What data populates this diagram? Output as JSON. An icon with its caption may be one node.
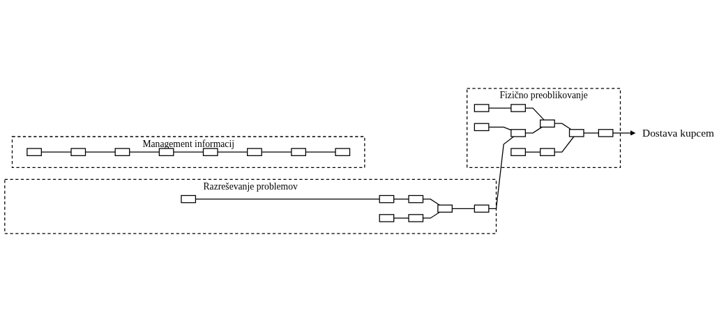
{
  "diagram": {
    "nodes": [
      {
        "text": [
          "Razreševanje problemov"
        ]
      },
      {
        "text": [],
        "shape": "box",
        "in": 0
      },
      {
        "text": [],
        "shape": "box",
        "in": 0
      },
      {
        "text": [],
        "shape": "box",
        "in": 0
      },
      {
        "text": [],
        "shape": "box",
        "in": 0
      },
      {
        "text": [],
        "shape": "box",
        "in": 0
      },
      {
        "text": [],
        "shape": "box",
        "in": 0
      },
      {
        "text": [],
        "shape": "box",
        "in": 0
      },
      {
        "text": [
          "Fizično preoblikovanje"
        ]
      },
      {
        "text": [],
        "shape": "box",
        "in": 8
      },
      {
        "text": [],
        "shape": "box",
        "in": 8
      },
      {
        "text": [],
        "shape": "box",
        "in": 8
      },
      {
        "text": [],
        "shape": "box",
        "in": 8
      },
      {
        "text": [],
        "shape": "box",
        "in": 8
      },
      {
        "text": [],
        "shape": "box",
        "in": 8
      },
      {
        "text": [],
        "shape": "box",
        "in": 8
      },
      {
        "text": [],
        "shape": "box",
        "in": 8
      },
      {
        "text": [],
        "shape": "box",
        "in": 8
      },
      {
        "text": [
          "Dostava kupcem"
        ]
      },
      {
        "text": [
          "Management informacij"
        ]
      },
      {
        "text": [],
        "shape": "box",
        "in": 19
      },
      {
        "text": [],
        "shape": "box",
        "in": 19
      },
      {
        "text": [],
        "shape": "box",
        "in": 19
      },
      {
        "text": [],
        "shape": "box",
        "in": 19
      },
      {
        "text": [],
        "shape": "box",
        "in": 19
      },
      {
        "text": [],
        "shape": "box",
        "in": 19
      },
      {
        "text": [],
        "shape": "box",
        "in": 19
      },
      {
        "text": [],
        "shape": "box",
        "in": 19
      }
    ],
    "edges": [
      {
        "from": 1,
        "to": 2,
        "arrow": "none"
      },
      {
        "from": 2,
        "to": 3,
        "arrow": "none"
      },
      {
        "from": 3,
        "to": 4,
        "arrow": "none"
      },
      {
        "from": 4,
        "to": 5,
        "arrow": "none"
      },
      {
        "from": 6,
        "to": 7,
        "arrow": "none"
      },
      {
        "from": 7,
        "to": 4,
        "arrow": "none"
      },
      {
        "from": 5,
        "to": 12,
        "arrow": "none"
      },
      {
        "from": 9,
        "to": 10,
        "arrow": "none"
      },
      {
        "from": 10,
        "to": 13,
        "arrow": "none"
      },
      {
        "from": 11,
        "to": 12,
        "arrow": "none"
      },
      {
        "from": 12,
        "to": 13,
        "arrow": "none"
      },
      {
        "from": 13,
        "to": 14,
        "arrow": "none"
      },
      {
        "from": 14,
        "to": 15,
        "arrow": "none"
      },
      {
        "from": 16,
        "to": 17,
        "arrow": "none"
      },
      {
        "from": 17,
        "to": 14,
        "arrow": "none"
      },
      {
        "from": 15,
        "to": 18,
        "arrow": "to"
      },
      {
        "from": 20,
        "to": 21,
        "arrow": "none"
      },
      {
        "from": 21,
        "to": 22,
        "arrow": "none"
      },
      {
        "from": 22,
        "to": 23,
        "arrow": "none"
      },
      {
        "from": 23,
        "to": 24,
        "arrow": "none"
      },
      {
        "from": 24,
        "to": 25,
        "arrow": "none"
      },
      {
        "from": 25,
        "to": 26,
        "arrow": "none"
      },
      {
        "from": 26,
        "to": 27,
        "arrow": "none"
      }
    ]
  }
}
